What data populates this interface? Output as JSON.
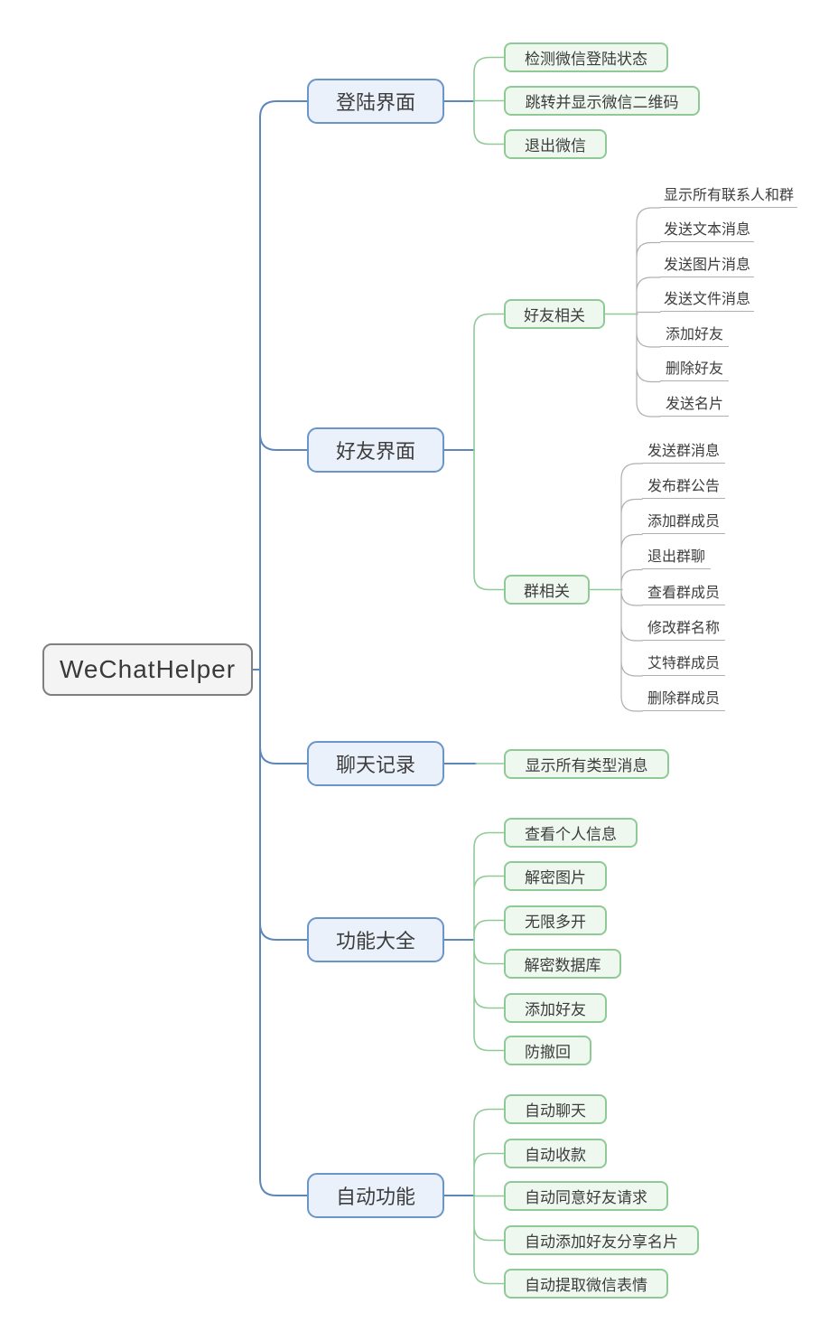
{
  "root": {
    "label": "WeChatHelper"
  },
  "branches": [
    {
      "label": "登陆界面",
      "children": [
        {
          "label": "检测微信登陆状态"
        },
        {
          "label": "跳转并显示微信二维码"
        },
        {
          "label": "退出微信"
        }
      ]
    },
    {
      "label": "好友界面",
      "children": [
        {
          "label": "好友相关",
          "children": [
            "显示所有联系人和群",
            "发送文本消息",
            "发送图片消息",
            "发送文件消息",
            "添加好友",
            "删除好友",
            "发送名片"
          ]
        },
        {
          "label": "群相关",
          "children": [
            "发送群消息",
            "发布群公告",
            "添加群成员",
            "退出群聊",
            "查看群成员",
            "修改群名称",
            "艾特群成员",
            "删除群成员"
          ]
        }
      ]
    },
    {
      "label": "聊天记录",
      "children": [
        {
          "label": "显示所有类型消息"
        }
      ]
    },
    {
      "label": "功能大全",
      "children": [
        {
          "label": "查看个人信息"
        },
        {
          "label": "解密图片"
        },
        {
          "label": "无限多开"
        },
        {
          "label": "解密数据库"
        },
        {
          "label": "添加好友"
        },
        {
          "label": "防撤回"
        }
      ]
    },
    {
      "label": "自动功能",
      "children": [
        {
          "label": "自动聊天"
        },
        {
          "label": "自动收款"
        },
        {
          "label": "自动同意好友请求"
        },
        {
          "label": "自动添加好友分享名片"
        },
        {
          "label": "自动提取微信表情"
        }
      ]
    }
  ],
  "colors": {
    "root_border": "#7f7f7f",
    "root_fill": "#f4f4f4",
    "branch_border": "#6b94c8",
    "branch_fill": "#eaf1fb",
    "branch_line": "#5d87ba",
    "leaf_border": "#8fca96",
    "leaf_fill": "#eef8ef",
    "leaf_line": "#90ca97",
    "subleaf_line": "#b0b0b0",
    "text": "#3d3d3d"
  }
}
